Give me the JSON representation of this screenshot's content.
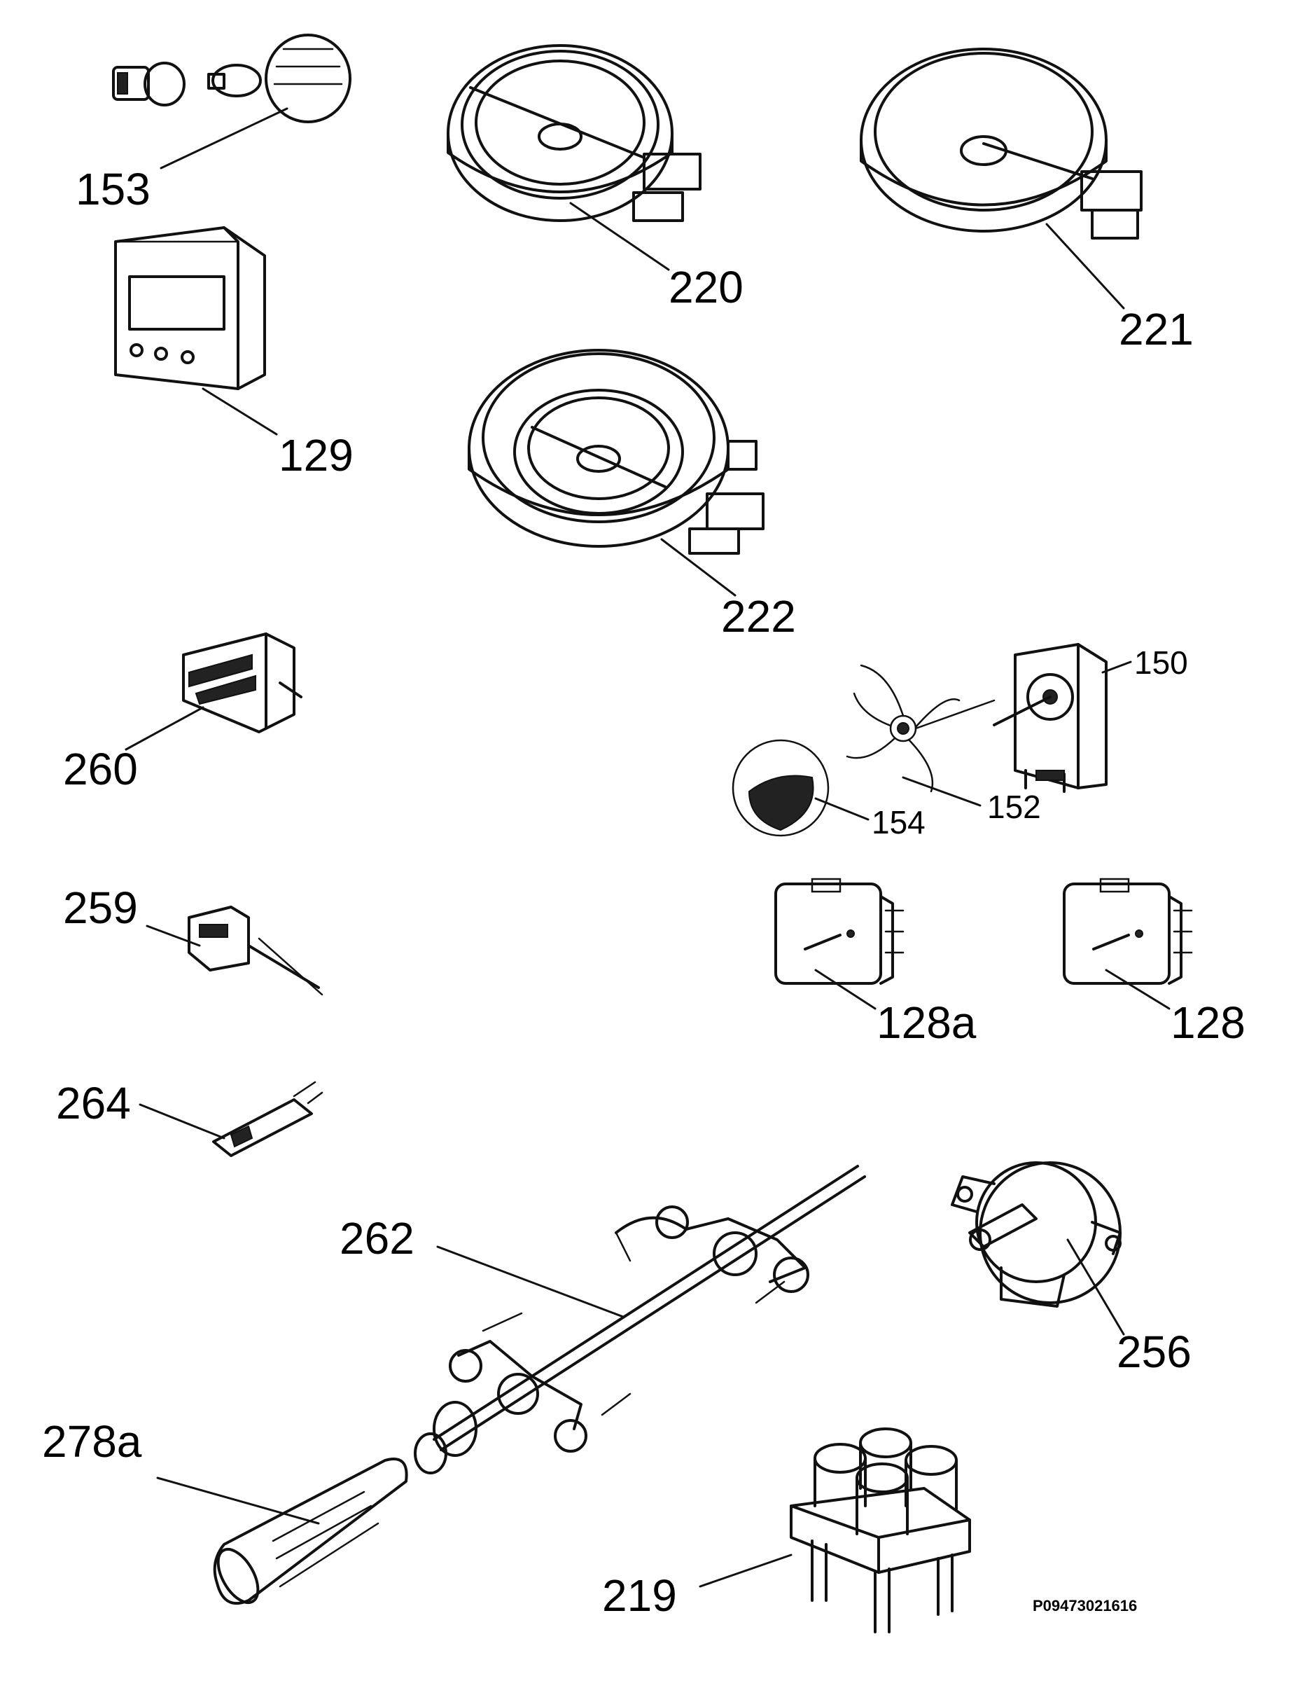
{
  "labels": {
    "p153": "153",
    "p220": "220",
    "p221": "221",
    "p129": "129",
    "p222": "222",
    "p260": "260",
    "p150": "150",
    "p152": "152",
    "p154": "154",
    "p259": "259",
    "p128a": "128a",
    "p128": "128",
    "p264": "264",
    "p262": "262",
    "p256": "256",
    "p278a": "278a",
    "p219": "219"
  },
  "reference": "P09473021616"
}
